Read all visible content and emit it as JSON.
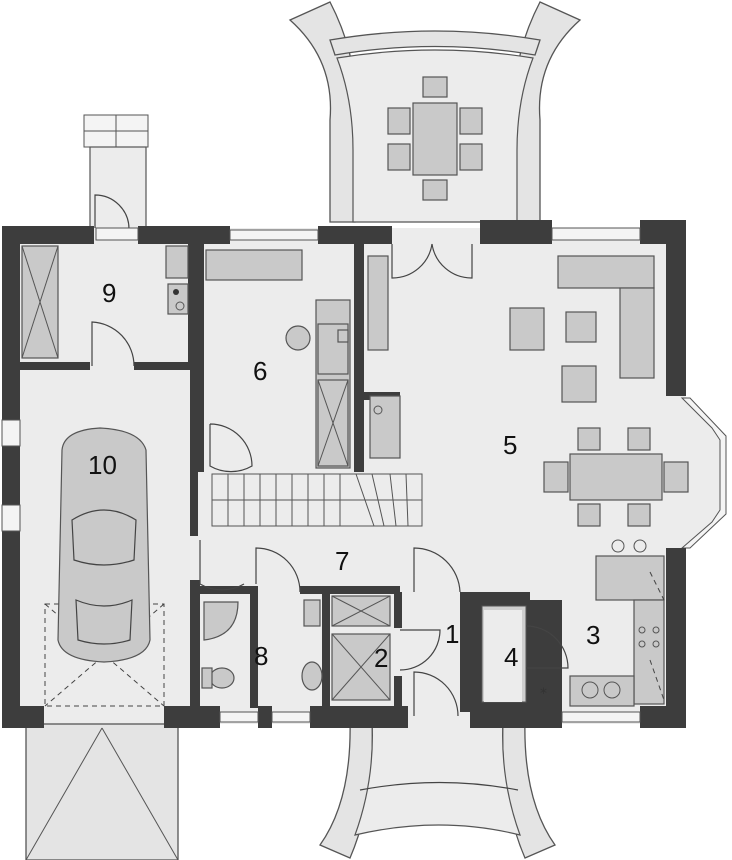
{
  "floor_plan": {
    "rooms": [
      {
        "id": "room-1",
        "number": "1"
      },
      {
        "id": "room-2",
        "number": "2"
      },
      {
        "id": "room-3",
        "number": "3"
      },
      {
        "id": "room-4",
        "number": "4"
      },
      {
        "id": "room-5",
        "number": "5"
      },
      {
        "id": "room-6",
        "number": "6"
      },
      {
        "id": "room-7",
        "number": "7"
      },
      {
        "id": "room-8",
        "number": "8"
      },
      {
        "id": "room-9",
        "number": "9"
      },
      {
        "id": "room-10",
        "number": "10"
      }
    ],
    "colors": {
      "wall": "#3d3d3d",
      "floor": "#ececec",
      "furniture": "#c9c9c9",
      "terrace": "#e4e4e4"
    }
  }
}
